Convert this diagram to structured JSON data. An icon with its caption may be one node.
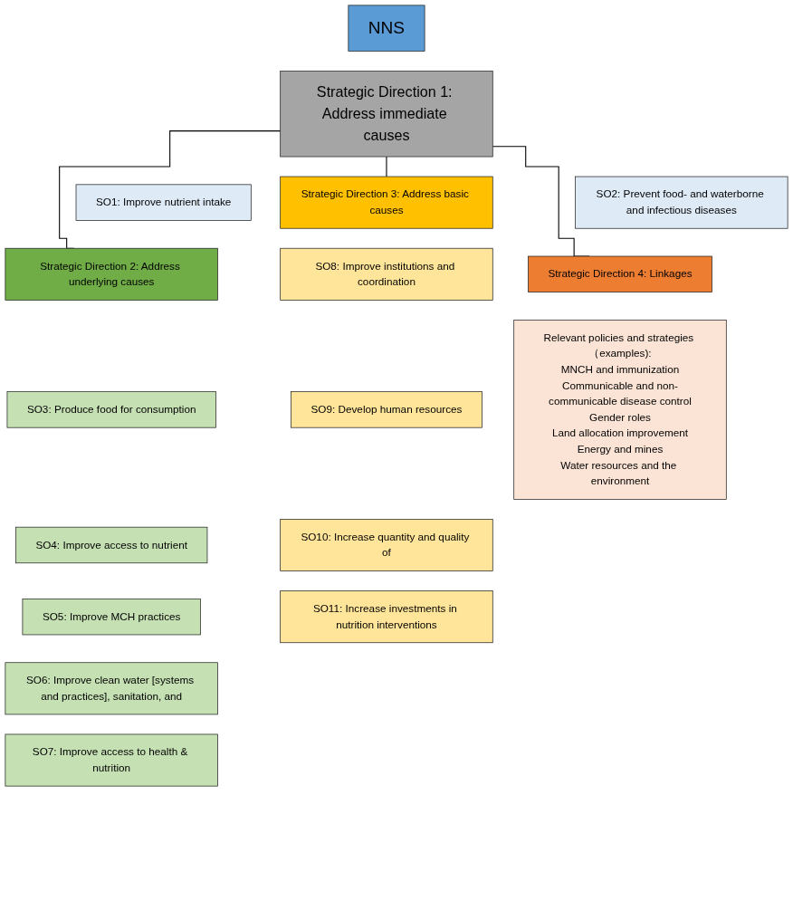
{
  "diagram": {
    "nodes": [
      {
        "text": [
          "NNS"
        ]
      },
      {
        "text": [
          "Strategic Direction 1: Address immediate causes"
        ]
      },
      {
        "text": [
          "SO1: Improve nutrient intake"
        ]
      },
      {
        "text": [
          "SO2: Prevent food- and waterborne and infectious diseases"
        ]
      },
      {
        "text": [
          "Strategic Direction 2: Address underlying causes"
        ]
      },
      {
        "text": [
          "Strategic Direction 3: Address basic causes"
        ]
      },
      {
        "text": [
          "Strategic Direction 4: Linkages"
        ]
      },
      {
        "text": [
          "SO3: Produce food for consumption"
        ]
      },
      {
        "text": [
          "SO4: Improve access to nutrient"
        ]
      },
      {
        "text": [
          "SO5: Improve MCH practices"
        ]
      },
      {
        "text": [
          "SO6: Improve clean water [systems and practices], sanitation, and"
        ]
      },
      {
        "text": [
          "SO7: Improve access to health & nutrition"
        ]
      },
      {
        "text": [
          "SO8: Improve institutions and coordination"
        ]
      },
      {
        "text": [
          "SO9: Develop human resources"
        ]
      },
      {
        "text": [
          "SO10: Increase quantity and quality of"
        ]
      },
      {
        "text": [
          "SO11: Increase investments in nutrition interventions"
        ]
      },
      {
        "text": [
          "Relevant policies and strategies （examples):",
          "MNCH and immunization",
          "Communicable and non-communicable disease control",
          "Gender roles",
          "Land allocation improvement",
          "Energy and mines",
          "Water resources and the environment"
        ]
      }
    ],
    "edges": [
      {
        "from": 1,
        "to": 4,
        "arrow": "none"
      },
      {
        "from": 1,
        "to": 5,
        "arrow": "none"
      },
      {
        "from": 1,
        "to": 6,
        "arrow": "none"
      }
    ]
  }
}
